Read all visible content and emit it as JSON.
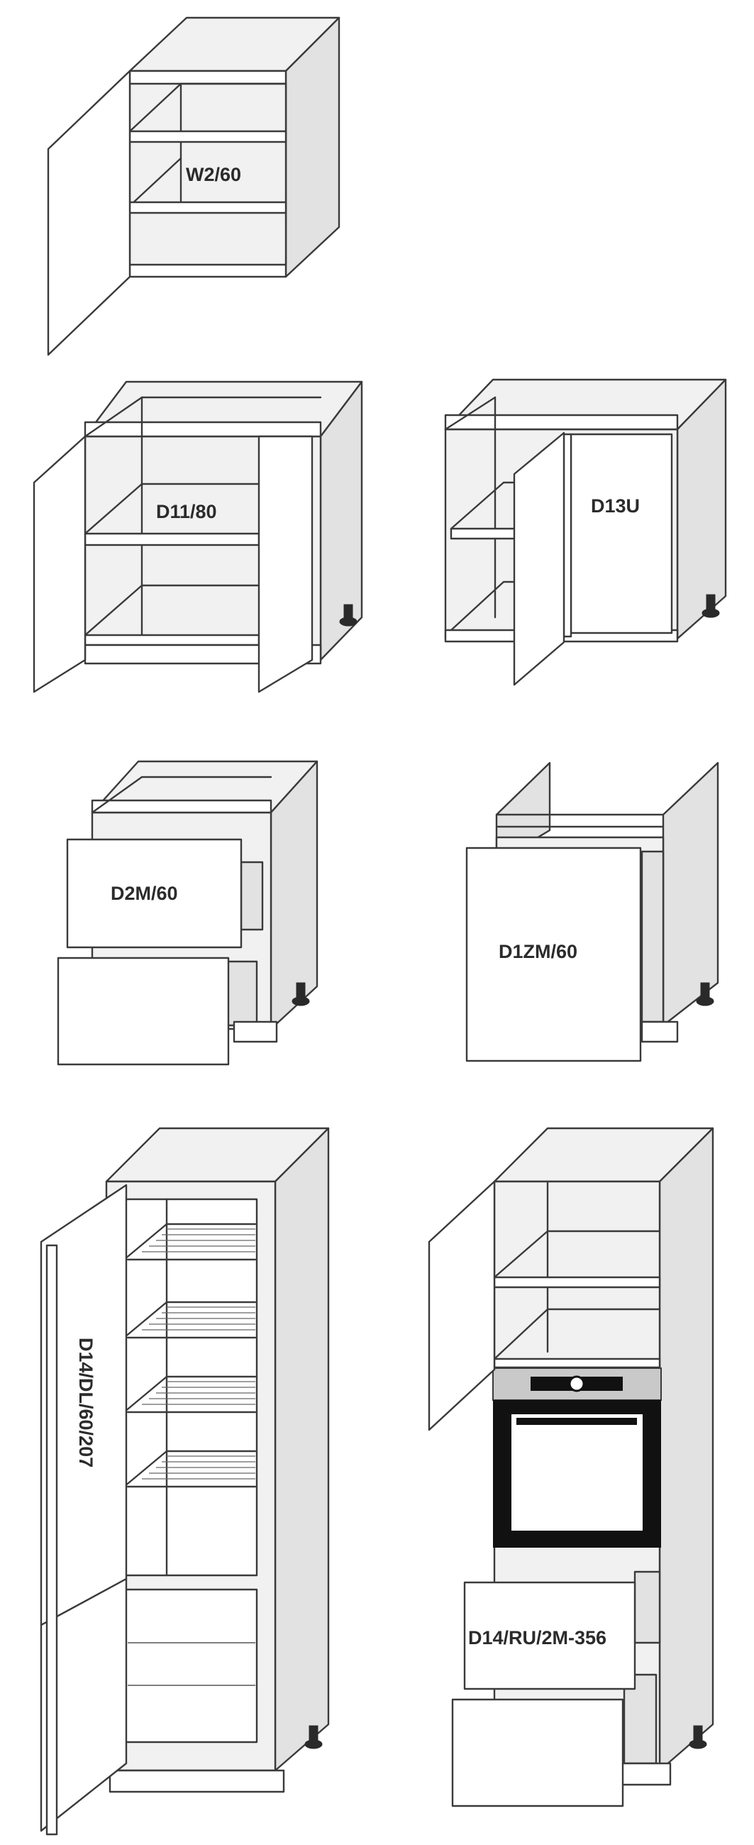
{
  "cabinets": [
    {
      "label": "W2/60"
    },
    {
      "label": "D11/80"
    },
    {
      "label": "D13U"
    },
    {
      "label": "D2M/60"
    },
    {
      "label": "D1ZM/60"
    },
    {
      "label": "D14/DL/60/207"
    },
    {
      "label": "D14/RU/2M-356"
    }
  ],
  "colors": {
    "line": "#3a3a3a",
    "panel": "#f1f1f1",
    "side": "#e2e2e2",
    "oven": "#111111"
  }
}
